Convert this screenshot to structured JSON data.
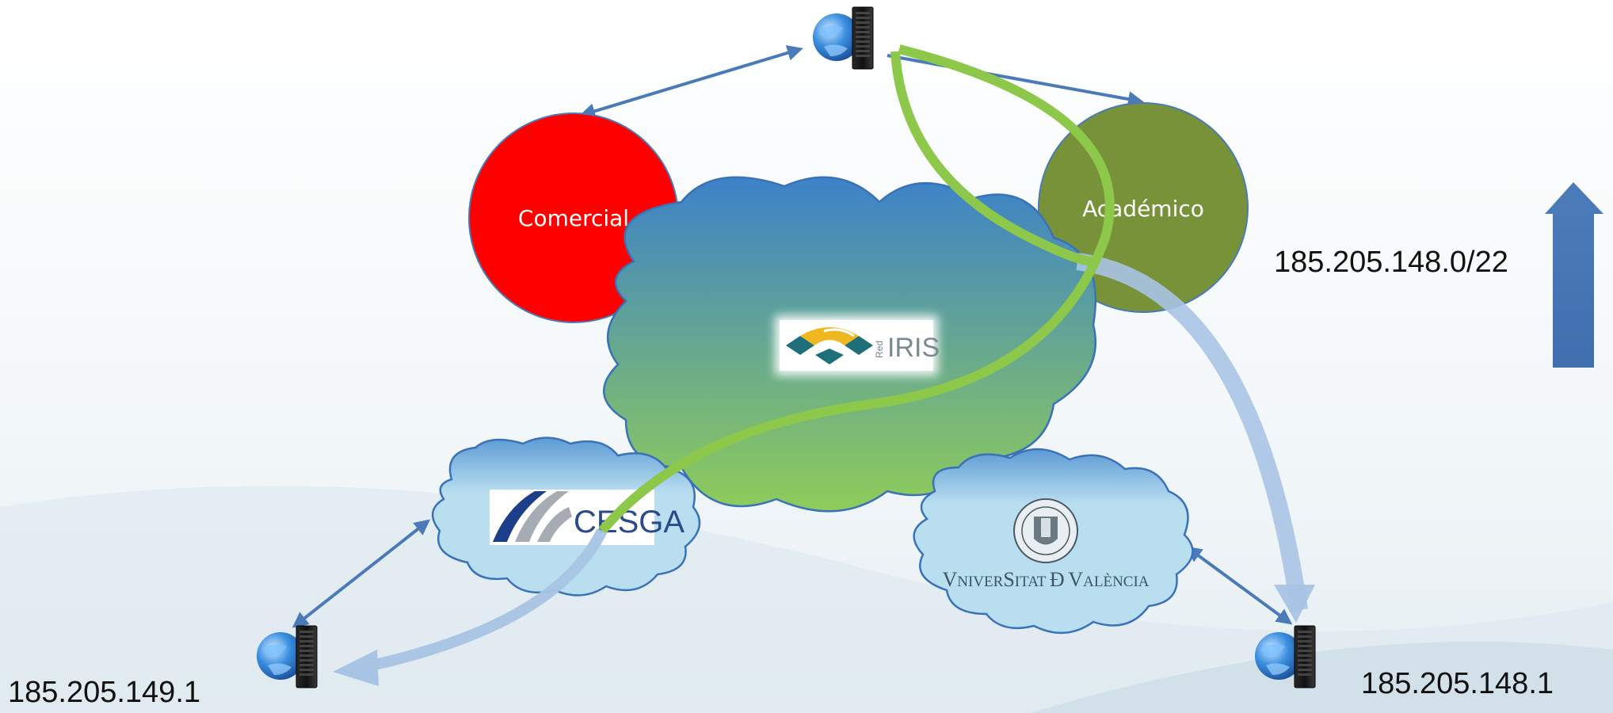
{
  "nodes": {
    "comercial": {
      "label": "Comercial",
      "color": "#ff0000"
    },
    "academico": {
      "label": "Académico",
      "color": "#78923a"
    }
  },
  "clouds": {
    "rediris": {
      "logo_small": "Red",
      "logo_text": "IRIS"
    },
    "cesga": {
      "logo_text": "CESGA"
    },
    "uv": {
      "logo_text": "Universitat de València",
      "caps_1": "V",
      "small_1": "NIVER",
      "caps_2": "S",
      "small_2": "ITAT ",
      "caps_3": "Ð",
      "small_3": " ",
      "caps_4": "V",
      "small_4": "ALÈNCIA"
    }
  },
  "addresses": {
    "prefix": "185.205.148.0/22",
    "left_server": "185.205.149.1",
    "right_server": "185.205.148.1"
  },
  "colors": {
    "arrow": "#4a7ab8",
    "green_path": "#8dc84a",
    "light_path": "#a8c4e4",
    "big_cloud_top": "#3c82c8",
    "big_cloud_bottom": "#8fcc5a",
    "small_cloud": "#b9def0"
  },
  "icons": [
    "globe-server-icon",
    "up-arrow-icon"
  ]
}
